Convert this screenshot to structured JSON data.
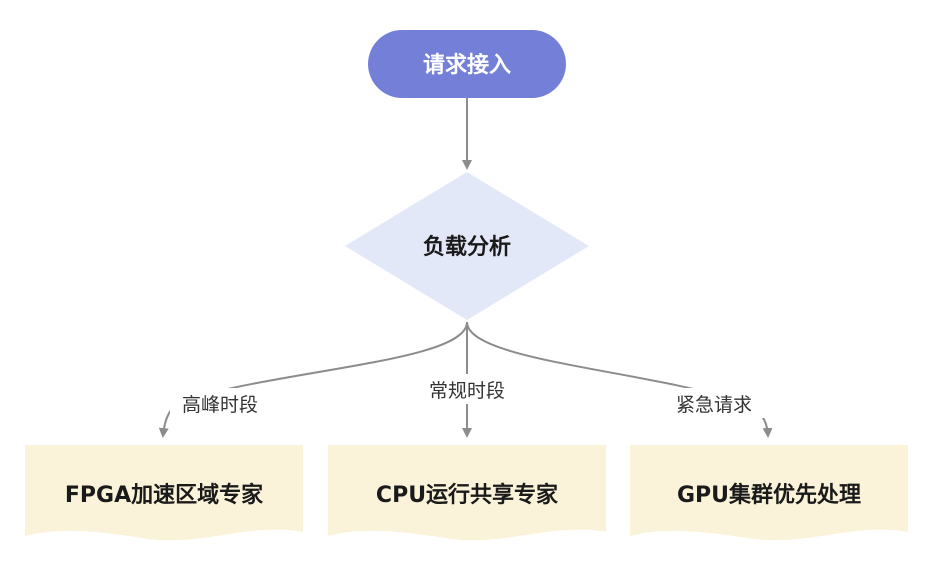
{
  "nodes": {
    "start": {
      "label": "请求接入"
    },
    "decision": {
      "label": "负载分析"
    },
    "outcomes": [
      {
        "label": "FPGA加速区域专家"
      },
      {
        "label": "CPU运行共享专家"
      },
      {
        "label": "GPU集群优先处理"
      }
    ]
  },
  "edges": [
    {
      "label": "高峰时段"
    },
    {
      "label": "常规时段"
    },
    {
      "label": "紧急请求"
    }
  ],
  "colors": {
    "start_fill": "#7480d8",
    "decision_fill": "#e3e8f8",
    "doc_fill": "#fbf3d9",
    "edge": "#8c8c8c"
  }
}
